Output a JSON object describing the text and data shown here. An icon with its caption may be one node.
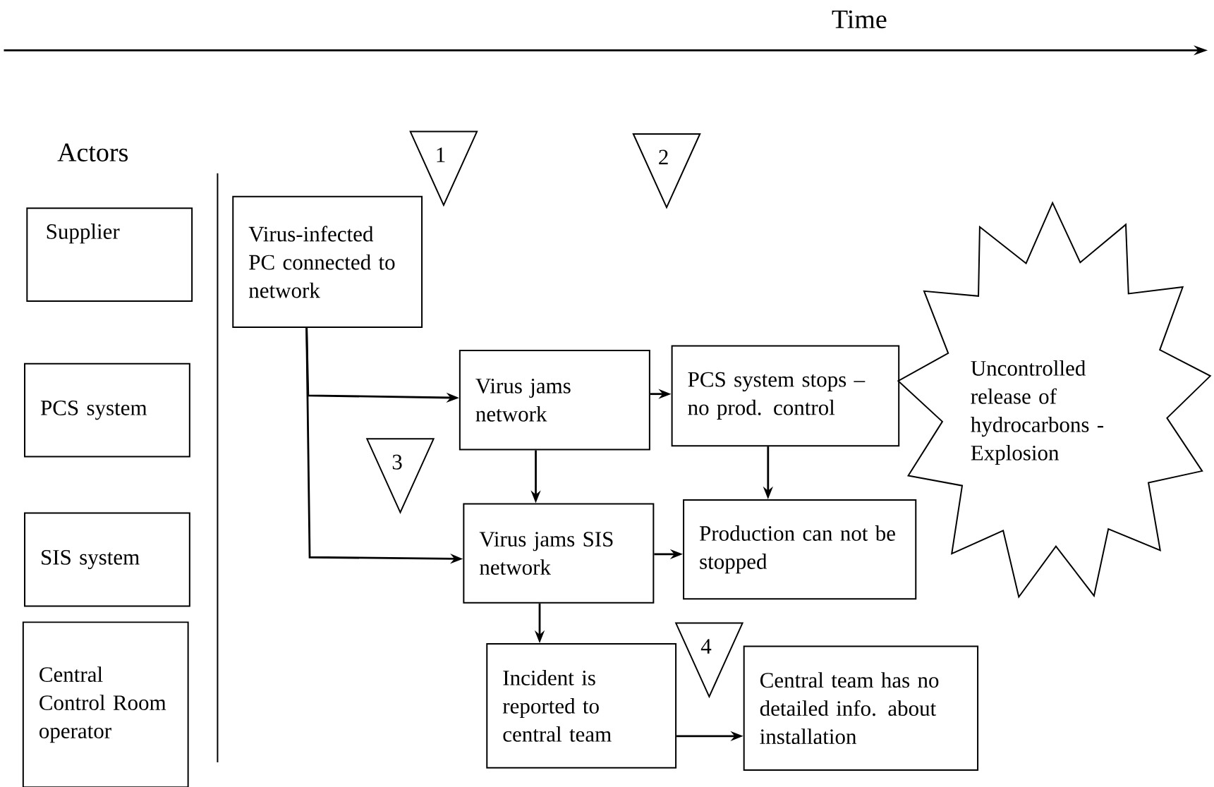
{
  "diagram": {
    "nodes": [
      {
        "text": [
          "Supplier"
        ]
      },
      {
        "text": [
          "PCS system"
        ]
      },
      {
        "text": [
          "SIS system"
        ]
      },
      {
        "text": [
          "Central Control Room operator"
        ]
      },
      {
        "text": [
          "Virus-infected PC connected to network"
        ]
      },
      {
        "text": [
          "Virus jams network"
        ]
      },
      {
        "text": [
          "PCS system stops – no prod. control"
        ]
      },
      {
        "text": [
          "Virus jams SIS network"
        ]
      },
      {
        "text": [
          "Production can not be stopped"
        ]
      },
      {
        "text": [
          "Incident is reported to central team"
        ]
      },
      {
        "text": [
          "Central team has no detailed info. about installation"
        ]
      },
      {
        "text": [
          "Uncontrolled release of hydrocarbons - Explosion"
        ]
      },
      {
        "text": [
          "1"
        ]
      },
      {
        "text": [
          "2"
        ]
      },
      {
        "text": [
          "3"
        ]
      },
      {
        "text": [
          "4"
        ]
      }
    ],
    "edges": [
      {
        "from": 4,
        "to": 5,
        "arrow": "to"
      },
      {
        "from": 4,
        "to": 7,
        "arrow": "to"
      },
      {
        "from": 5,
        "to": 6,
        "arrow": "to"
      },
      {
        "from": 5,
        "to": 7,
        "arrow": "to"
      },
      {
        "from": 6,
        "to": 8,
        "arrow": "to"
      },
      {
        "from": 7,
        "to": 8,
        "arrow": "to"
      },
      {
        "from": 7,
        "to": 9,
        "arrow": "to"
      },
      {
        "from": 9,
        "to": 10,
        "arrow": "to"
      }
    ],
    "labels": [
      "Time",
      "Actors"
    ]
  }
}
